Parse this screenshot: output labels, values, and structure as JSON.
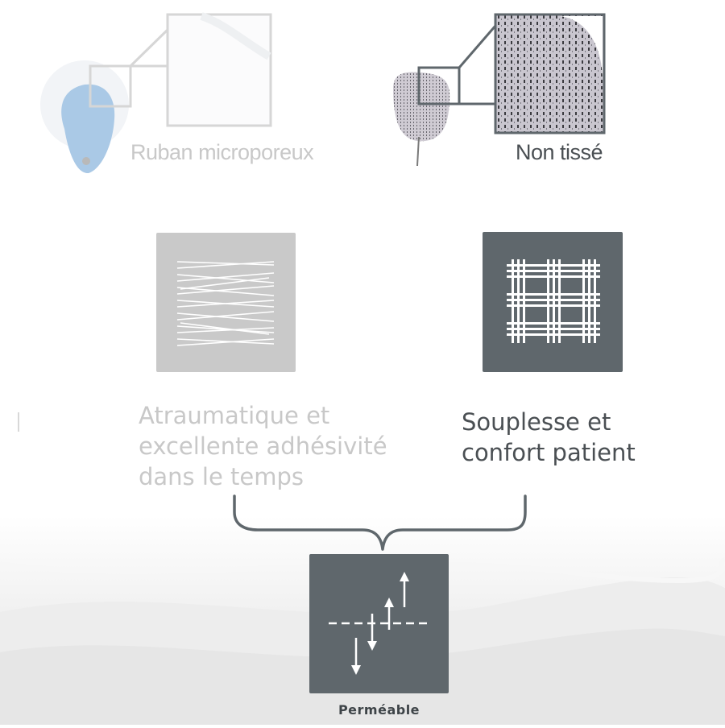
{
  "products": {
    "left": {
      "name": "Ruban microporeux"
    },
    "right": {
      "name": "Non tissé"
    }
  },
  "features": {
    "left": {
      "lines": [
        "Atraumatique et",
        "excellente adhésivité",
        "dans le temps"
      ],
      "color": "#c8c8c8",
      "icon": "random-fibers-icon"
    },
    "right": {
      "lines": [
        "Souplesse et",
        "confort patient"
      ],
      "color": "#4a4f53",
      "icon": "woven-grid-icon"
    }
  },
  "common": {
    "label": "Perméable",
    "icon": "permeable-arrows-icon"
  },
  "colors": {
    "dark_panel": "#5f676c",
    "light_panel": "#c9c9c9",
    "faded_text": "#c4c4c4",
    "dark_text": "#4a4f53"
  }
}
